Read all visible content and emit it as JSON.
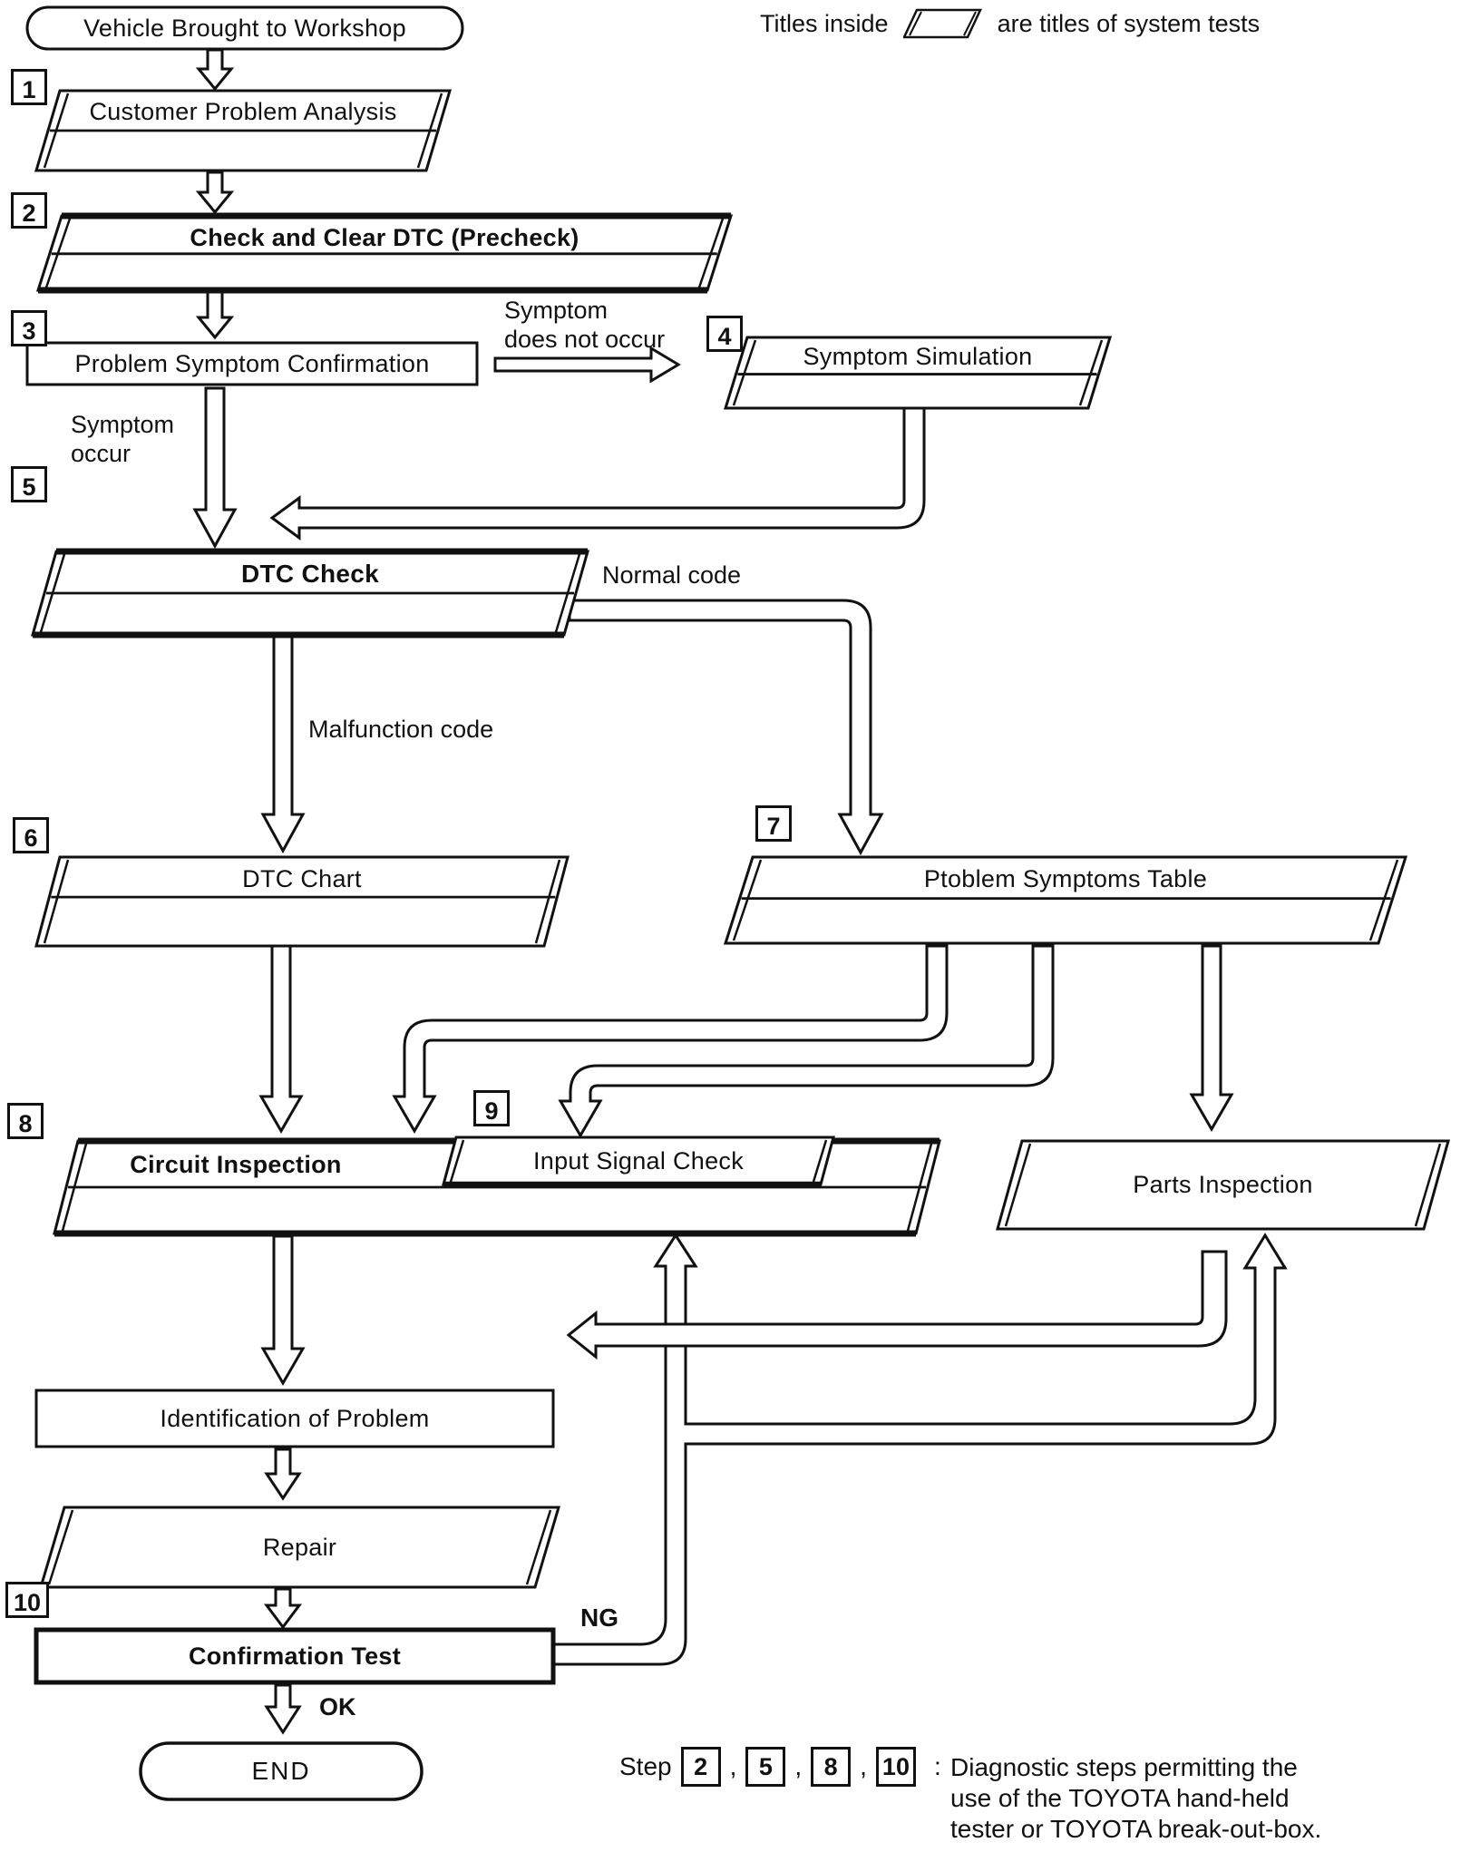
{
  "legend": {
    "prefix": "Titles inside",
    "suffix": "are titles of system tests"
  },
  "start": {
    "label": "Vehicle Brought to Workshop"
  },
  "steps": [
    {
      "num": "1",
      "label": "Customer Problem Analysis"
    },
    {
      "num": "2",
      "label": "Check and Clear DTC (Precheck)"
    },
    {
      "num": "3",
      "label": "Problem Symptom Confirmation"
    },
    {
      "num": "4",
      "label": "Symptom Simulation"
    },
    {
      "num": "5",
      "label": "DTC Check"
    },
    {
      "num": "6",
      "label": "DTC Chart"
    },
    {
      "num": "7",
      "label": "Ptoblem Symptoms Table"
    },
    {
      "num": "8",
      "label": "Circuit Inspection"
    },
    {
      "num": "9",
      "label": "Input Signal Check"
    },
    {
      "num": "10",
      "label": "Confirmation Test"
    }
  ],
  "other_nodes": {
    "parts_inspection": "Parts Inspection",
    "identification": "Identification of Problem",
    "repair": "Repair",
    "end": "END"
  },
  "annotations": {
    "symptom_occur": [
      "Symptom",
      "occur"
    ],
    "symptom_not_occur": [
      "Symptom",
      "does not occur"
    ],
    "normal_code": "Normal code",
    "malfunction_code": "Malfunction code",
    "ng": "NG",
    "ok": "OK"
  },
  "footnote": {
    "prefix": "Step",
    "steps": [
      "2",
      "5",
      "8",
      "10"
    ],
    "comma": ",",
    "colon": ":",
    "lines": [
      "Diagnostic steps permitting the",
      "use of the TOYOTA hand-held",
      "tester or TOYOTA break-out-box."
    ]
  }
}
